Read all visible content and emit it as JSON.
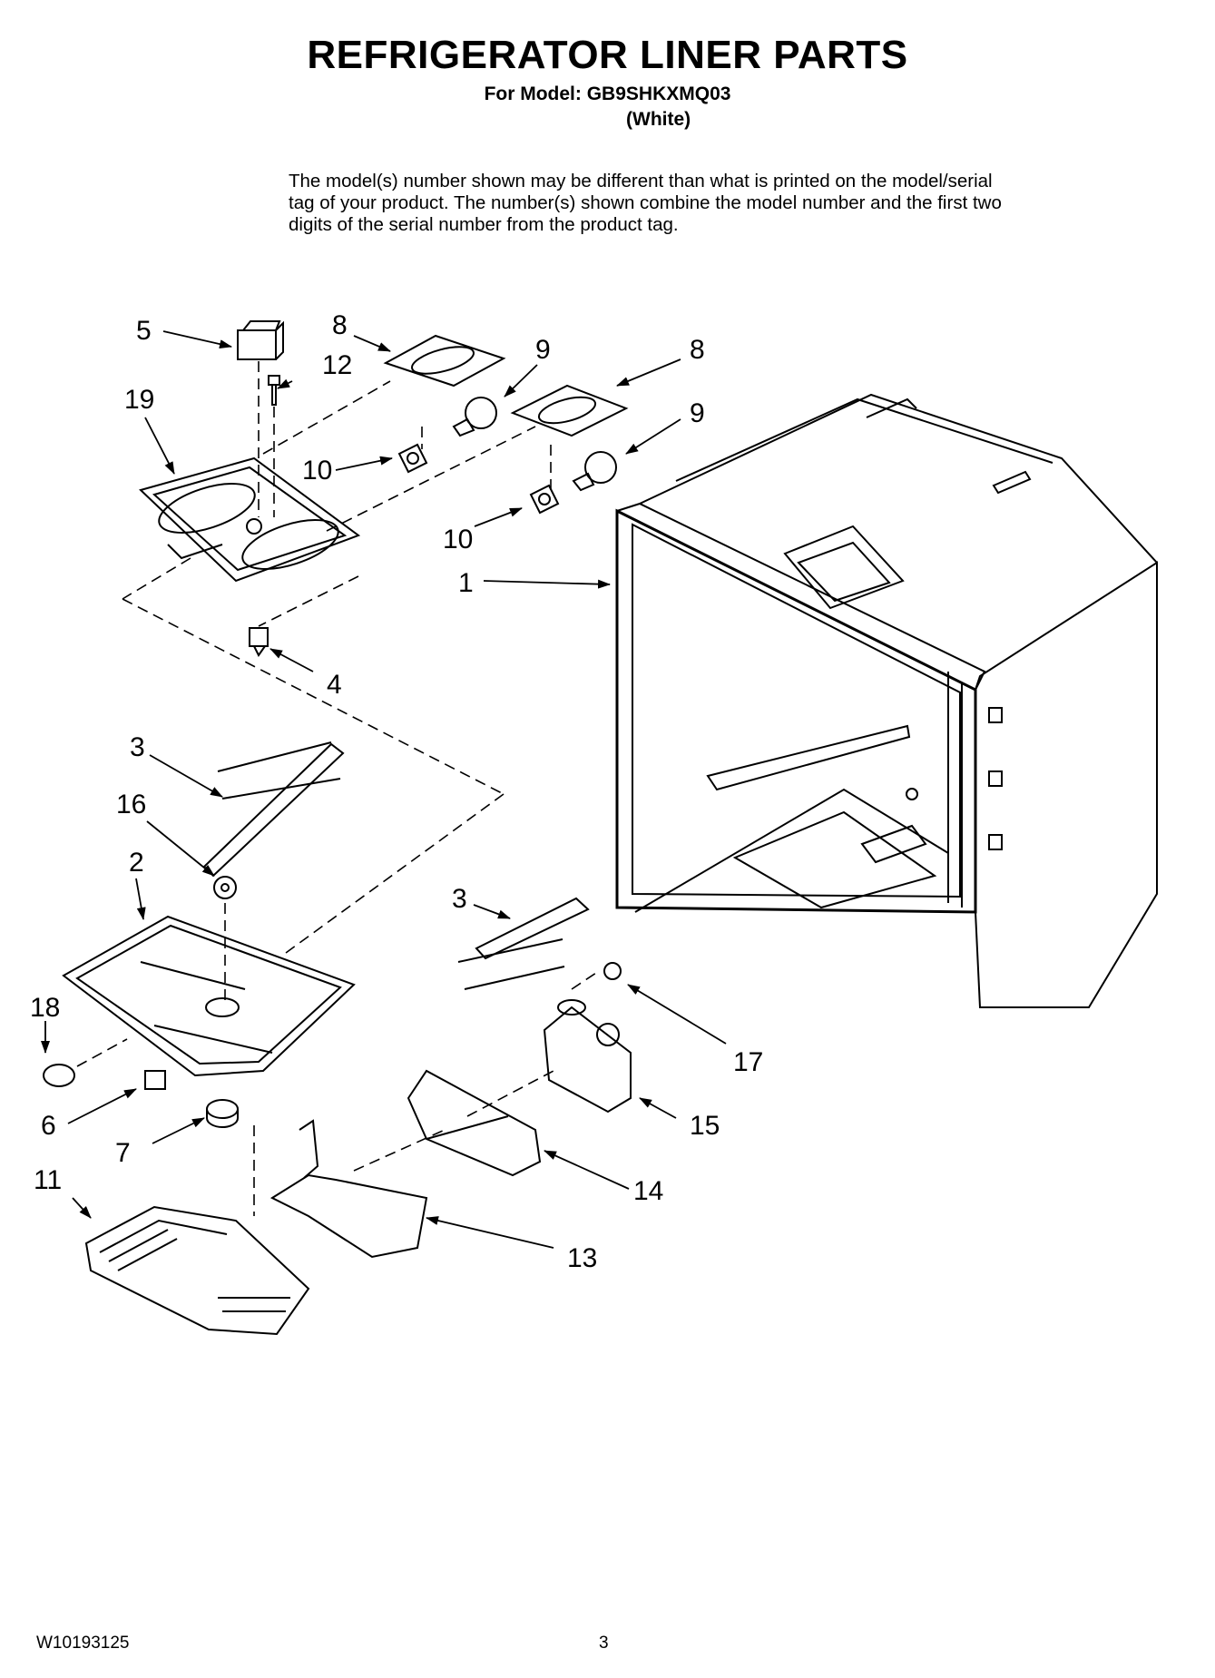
{
  "header": {
    "title": "REFRIGERATOR LINER PARTS",
    "model_line": "For Model: GB9SHKXMQ03",
    "color": "(White)"
  },
  "note": "The model(s) number shown may be different than what is printed on the model/serial tag of your product. The number(s) shown combine the model number and the first two digits of the serial number from the product tag.",
  "callouts": {
    "c5": "5",
    "c8a": "8",
    "c12": "12",
    "c9a": "9",
    "c8b": "8",
    "c19": "19",
    "c9b": "9",
    "c10a": "10",
    "c10b": "10",
    "c1": "1",
    "c4": "4",
    "c3a": "3",
    "c16": "16",
    "c2": "2",
    "c3b": "3",
    "c18": "18",
    "c17": "17",
    "c6": "6",
    "c15": "15",
    "c7": "7",
    "c11": "11",
    "c14": "14",
    "c13": "13"
  },
  "footer": {
    "doc_number": "W10193125",
    "page": "3"
  }
}
